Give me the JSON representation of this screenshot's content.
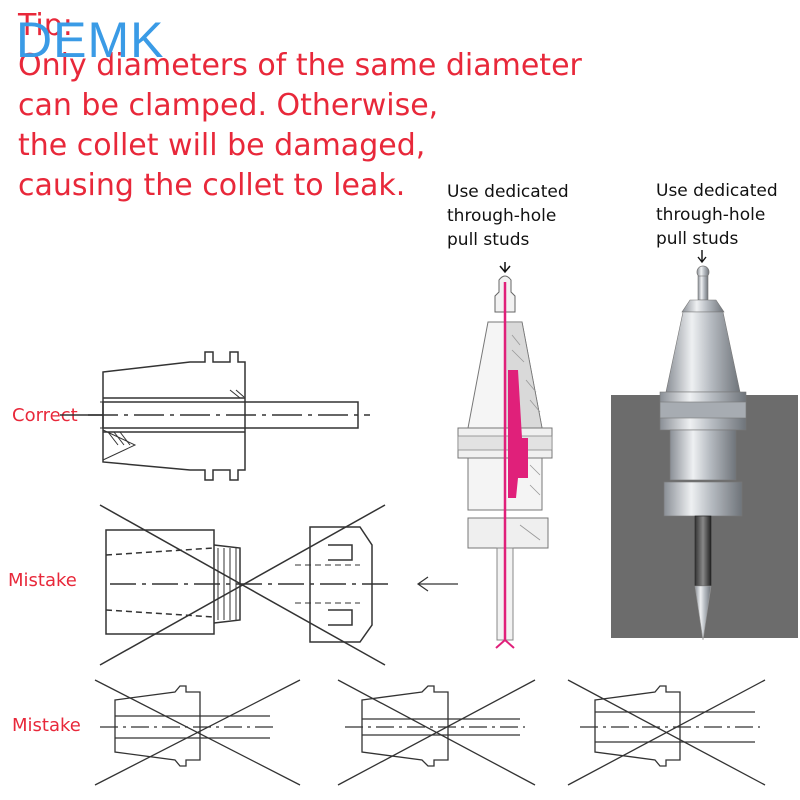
{
  "brand": "DEMK",
  "tip": {
    "heading": "Tip:",
    "lines": [
      "Only diameters of the same diameter",
      "can be clamped. Otherwise,",
      " the collet will be damaged,",
      " causing the collet to leak."
    ]
  },
  "notes": {
    "left": [
      "Use dedicated",
      "through-hole",
      "pull studs"
    ],
    "right": [
      "Use dedicated",
      "through-hole",
      "pull studs"
    ]
  },
  "labels": {
    "correct": "Correct",
    "mistake_1": "Mistake",
    "mistake_2": "Mistake"
  },
  "colors": {
    "tip_text": "#e8283a",
    "brand": "#3a9be6",
    "coolant_highlight": "#e0207a",
    "photo_background": "#6c6c6c"
  }
}
